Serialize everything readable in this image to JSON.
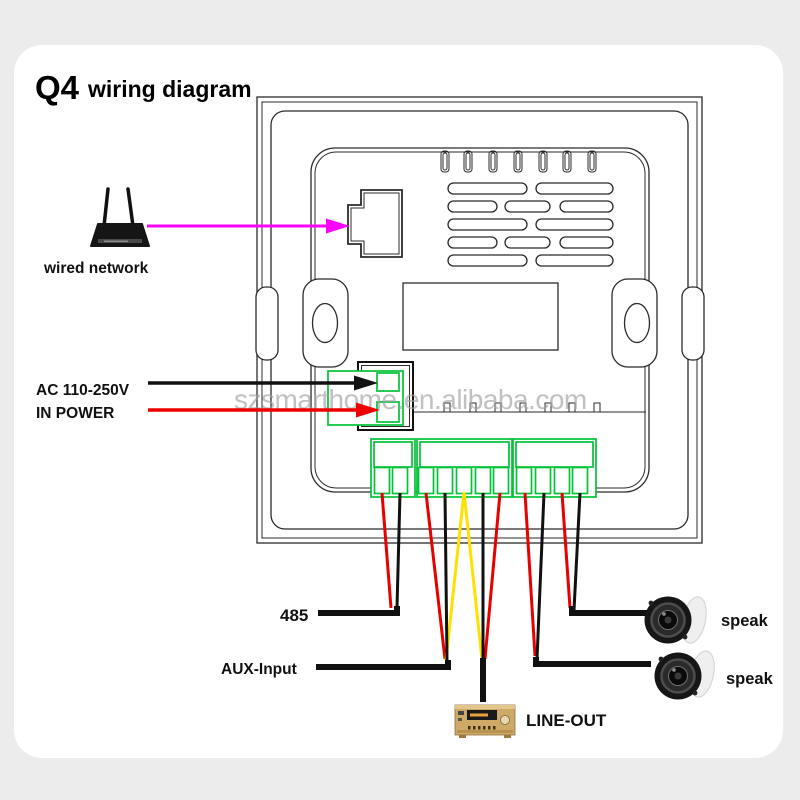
{
  "title": {
    "model": "Q4",
    "label": "wiring diagram"
  },
  "watermark": "szsmarthome.en.alibaba.com",
  "network": {
    "label": "wired network",
    "device": "wireless-router",
    "arrow_color": "#ff00ff",
    "connects_to": "LAN port"
  },
  "power": {
    "line1": "AC 110-250V",
    "line2": "IN POWER",
    "black_arrow_color": "#111111",
    "red_arrow_color": "#ee0000"
  },
  "ports": {
    "rs485": {
      "label": "485",
      "wires": [
        "red",
        "black"
      ]
    },
    "aux_input": {
      "label": "AUX-Input",
      "wires": [
        "red",
        "black",
        "yellow"
      ]
    },
    "line_out": {
      "label": "LINE-OUT",
      "wires": [
        "yellow",
        "black",
        "red"
      ],
      "device": "amplifier"
    },
    "speaker_top": {
      "label": "speak",
      "wires": [
        "red",
        "black"
      ],
      "device": "ceiling-speaker"
    },
    "speaker_bottom": {
      "label": "speak",
      "wires": [
        "red",
        "black"
      ],
      "device": "ceiling-speaker"
    }
  },
  "terminal_blocks": [
    {
      "position": "left",
      "terminals": 2
    },
    {
      "position": "middle",
      "terminals": 5
    },
    {
      "position": "right",
      "terminals": 4
    }
  ],
  "colors": {
    "page_bg": "#ececec",
    "card_bg": "#ffffff",
    "line": "#2b2b2b",
    "terminal_green": "#00c435",
    "wire_red": "#e80000",
    "wire_black": "#111111",
    "wire_yellow": "#ffe100",
    "arrow_magenta": "#ff00ff",
    "arrow_red": "#ee0000",
    "watermark_gray": "#a0a0a0"
  }
}
